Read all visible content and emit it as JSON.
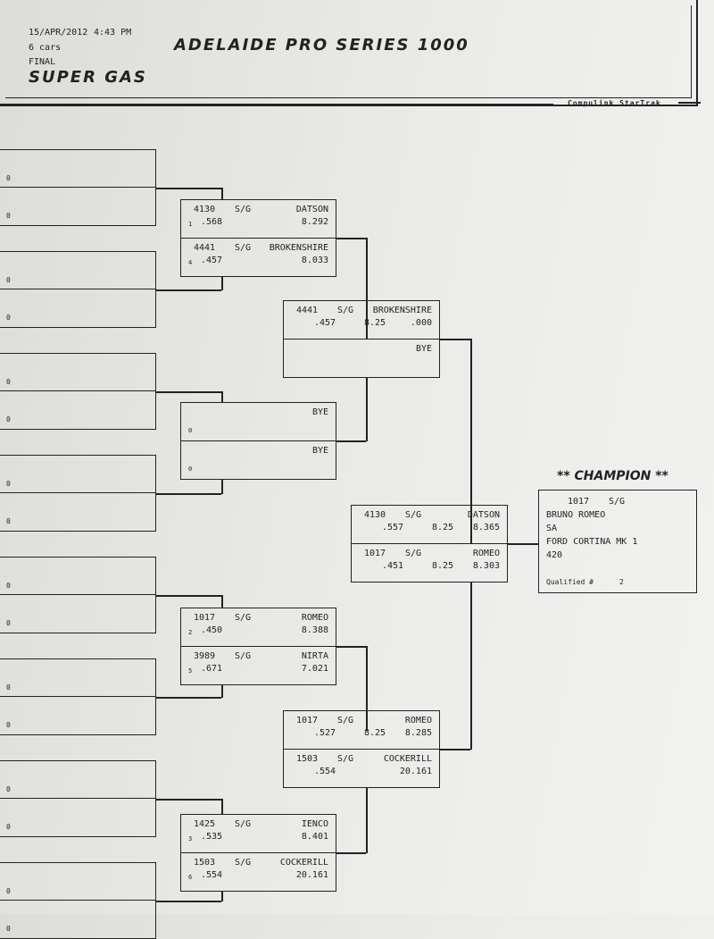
{
  "header": {
    "date": "15/APR/2012",
    "time": "4:43 PM",
    "cars": "6 cars",
    "round": "FINAL",
    "event_title": "ADELAIDE PRO SERIES 1000",
    "class_name": "SUPER GAS",
    "brand": "Compulink StarTrak"
  },
  "round2": [
    {
      "top": {
        "num": "4130",
        "cls": "S/G",
        "seed": "1",
        "rt": ".568",
        "name": "DATSON",
        "et": "8.292"
      },
      "bot": {
        "num": "4441",
        "cls": "S/G",
        "seed": "4",
        "rt": ".457",
        "name": "BROKENSHIRE",
        "et": "8.033"
      }
    },
    {
      "top": {
        "name": "BYE",
        "seed": "0"
      },
      "bot": {
        "name": "BYE",
        "seed": "0"
      }
    },
    {
      "top": {
        "num": "1017",
        "cls": "S/G",
        "seed": "2",
        "rt": ".450",
        "name": "ROMEO",
        "et": "8.388"
      },
      "bot": {
        "num": "3989",
        "cls": "S/G",
        "seed": "5",
        "rt": ".671",
        "name": "NIRTA",
        "et": "7.021"
      }
    },
    {
      "top": {
        "num": "1425",
        "cls": "S/G",
        "seed": "3",
        "rt": ".535",
        "name": "IENCO",
        "et": "8.401"
      },
      "bot": {
        "num": "1503",
        "cls": "S/G",
        "seed": "6",
        "rt": ".554",
        "name": "COCKERILL",
        "et": "20.161"
      }
    }
  ],
  "semis": [
    {
      "top": {
        "num": "4441",
        "cls": "S/G",
        "name": "BROKENSHIRE",
        "rt": ".457",
        "dial": "8.25",
        "et": ".000"
      },
      "bot": {
        "name": "BYE"
      }
    },
    {
      "top": {
        "num": "1017",
        "cls": "S/G",
        "name": "ROMEO",
        "rt": ".527",
        "dial": "8.25",
        "et": "8.285"
      },
      "bot": {
        "num": "1503",
        "cls": "S/G",
        "name": "COCKERILL",
        "rt": ".554",
        "et": "20.161"
      }
    }
  ],
  "final": {
    "top": {
      "num": "4130",
      "cls": "S/G",
      "name": "DATSON",
      "rt": ".557",
      "dial": "8.25",
      "et": "8.365"
    },
    "bot": {
      "num": "1017",
      "cls": "S/G",
      "name": "ROMEO",
      "rt": ".451",
      "dial": "8.25",
      "et": "8.303"
    }
  },
  "champion": {
    "heading": "** CHAMPION **",
    "num": "1017",
    "cls": "S/G",
    "driver": "BRUNO ROMEO",
    "state": "SA",
    "car": "FORD CORTINA MK 1",
    "extra": "420",
    "qualified_label": "Qualified #",
    "qualified": "2"
  },
  "round1_seed": "0"
}
